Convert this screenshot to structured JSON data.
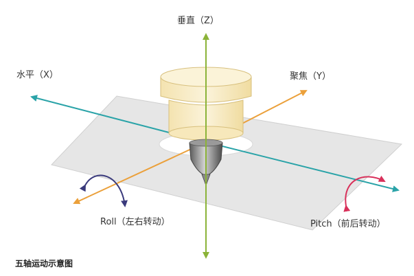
{
  "labels": {
    "z_axis": "垂直（Z）",
    "x_axis": "水平（X）",
    "y_axis": "聚焦（Y）",
    "roll": "Roll（左右转动）",
    "pitch": "Pitch（前后转动）"
  },
  "caption": "五轴运动示意图",
  "colors": {
    "z_axis": "#8bb338",
    "x_axis": "#2aa3a8",
    "y_axis": "#eba03a",
    "roll_arrow": "#3a3a7c",
    "pitch_arrow": "#d8305a",
    "plane": "#e6e6e6",
    "cylinder": "#f7ebc4"
  }
}
